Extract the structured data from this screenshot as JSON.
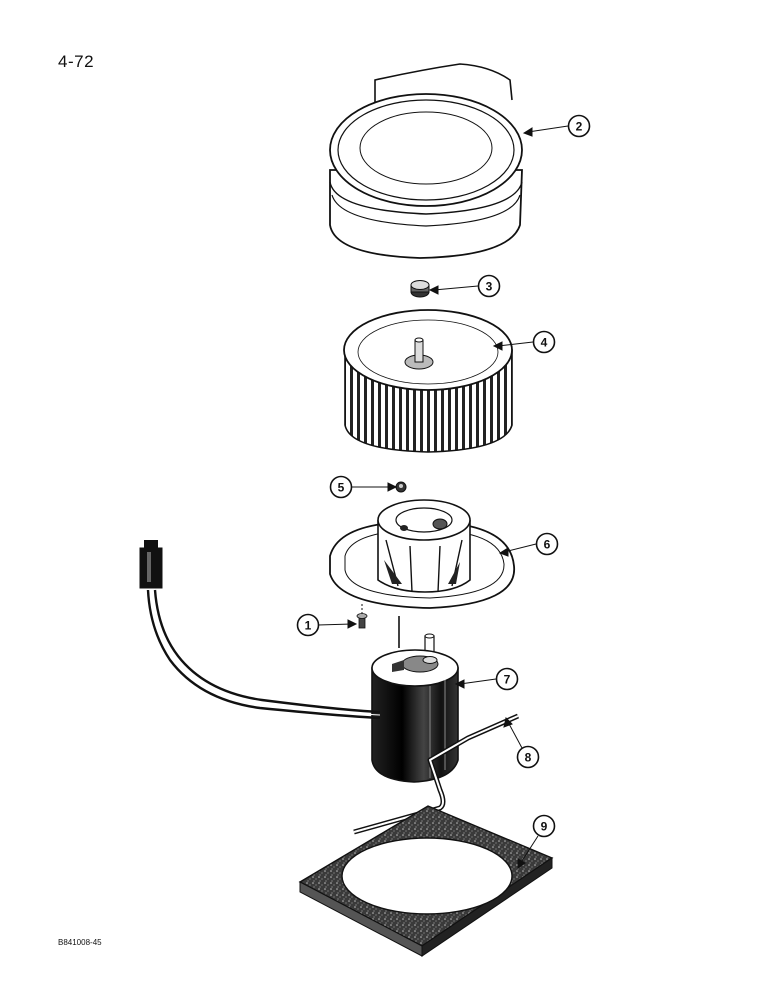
{
  "page": {
    "number": "4-72",
    "figure_code": "B841008-45"
  },
  "callouts": [
    "1",
    "2",
    "3",
    "4",
    "5",
    "6",
    "7",
    "8",
    "9"
  ],
  "parts": [
    "blower-housing-icon",
    "retaining-nut-icon",
    "blower-wheel-icon",
    "grommet-icon",
    "motor-mounting-plate-icon",
    "screw-icon",
    "blower-motor-icon",
    "wire-harness-connector-icon",
    "ground-strap-icon",
    "gasket-icon"
  ]
}
